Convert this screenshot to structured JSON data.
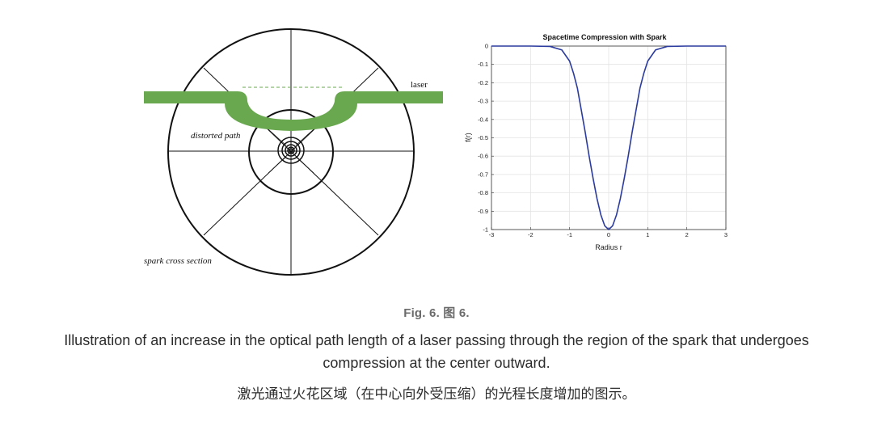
{
  "diagram": {
    "labels": {
      "laser": "laser",
      "distorted_path": "distorted path",
      "spark_cross_section": "spark cross section"
    },
    "laser_color": "#6aa84f",
    "line_color": "#111111"
  },
  "chart_data": {
    "type": "line",
    "title": "Spacetime Compression with Spark",
    "xlabel": "Radius r",
    "ylabel": "f(r)",
    "xlim": [
      -3,
      3
    ],
    "ylim": [
      -1,
      0
    ],
    "xticks": [
      -3,
      -2,
      -1,
      0,
      1,
      2,
      3
    ],
    "yticks": [
      0,
      -0.1,
      -0.2,
      -0.3,
      -0.4,
      -0.5,
      -0.6,
      -0.7,
      -0.8,
      -0.9,
      -1
    ],
    "ytick_labels": [
      "0",
      "-0.1",
      "-0.2",
      "-0.3",
      "-0.4",
      "-0.5",
      "-0.6",
      "-0.7",
      "-0.8",
      "-0.9",
      "-1"
    ],
    "grid": true,
    "line_color": "#2b3b9e",
    "series": [
      {
        "x": [
          -3.0,
          -2.0,
          -1.5,
          -1.2,
          -1.0,
          -0.9,
          -0.8,
          -0.7,
          -0.6,
          -0.5,
          -0.4,
          -0.3,
          -0.2,
          -0.1,
          0.0,
          0.1,
          0.2,
          0.3,
          0.4,
          0.5,
          0.6,
          0.7,
          0.8,
          0.9,
          1.0,
          1.2,
          1.5,
          2.0,
          3.0
        ],
        "y": [
          0.0,
          0.0,
          -0.002,
          -0.021,
          -0.082,
          -0.148,
          -0.23,
          -0.35,
          -0.47,
          -0.6,
          -0.72,
          -0.83,
          -0.92,
          -0.98,
          -1.0,
          -0.98,
          -0.92,
          -0.83,
          -0.72,
          -0.6,
          -0.47,
          -0.35,
          -0.23,
          -0.148,
          -0.082,
          -0.021,
          -0.002,
          0.0,
          0.0
        ]
      }
    ]
  },
  "caption": {
    "fig_label": "Fig. 6.  图 6.",
    "english": "Illustration of an increase in the optical path length of a laser passing through the region of the spark that undergoes compression at the center outward.",
    "chinese": "激光通过火花区域（在中心向外受压缩）的光程长度增加的图示。"
  }
}
